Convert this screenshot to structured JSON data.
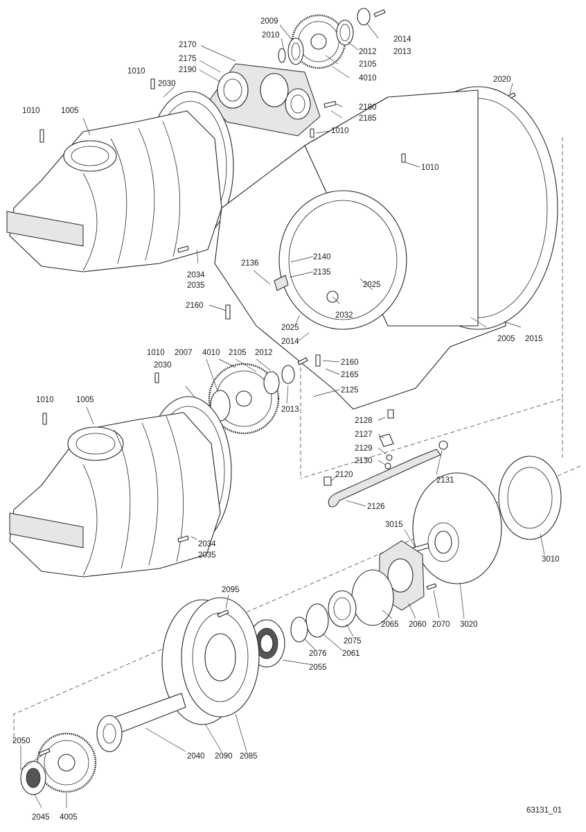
{
  "drawing_number": "63131_01",
  "callouts": [
    {
      "id": "c2009",
      "text": "2009"
    },
    {
      "id": "c2014a",
      "text": "2014"
    },
    {
      "id": "c2010",
      "text": "2010"
    },
    {
      "id": "c2012a",
      "text": "2012"
    },
    {
      "id": "c2013a",
      "text": "2013"
    },
    {
      "id": "c2105a",
      "text": "2105"
    },
    {
      "id": "c4010a",
      "text": "4010"
    },
    {
      "id": "c2170",
      "text": "2170"
    },
    {
      "id": "c2175",
      "text": "2175"
    },
    {
      "id": "c2190",
      "text": "2190"
    },
    {
      "id": "c1010a",
      "text": "1010"
    },
    {
      "id": "c2030a",
      "text": "2030"
    },
    {
      "id": "c2020",
      "text": "2020"
    },
    {
      "id": "c1010b",
      "text": "1010"
    },
    {
      "id": "c1005a",
      "text": "1005"
    },
    {
      "id": "c2180",
      "text": "2180"
    },
    {
      "id": "c2185",
      "text": "2185"
    },
    {
      "id": "c1010c",
      "text": "1010"
    },
    {
      "id": "c1010d",
      "text": "1010"
    },
    {
      "id": "c2034a",
      "text": "2034"
    },
    {
      "id": "c2035a",
      "text": "2035"
    },
    {
      "id": "c2136",
      "text": "2136"
    },
    {
      "id": "c2140",
      "text": "2140"
    },
    {
      "id": "c2135",
      "text": "2135"
    },
    {
      "id": "c2025a",
      "text": "2025"
    },
    {
      "id": "c2160a",
      "text": "2160"
    },
    {
      "id": "c2032",
      "text": "2032"
    },
    {
      "id": "c2025b",
      "text": "2025"
    },
    {
      "id": "c2005",
      "text": "2005"
    },
    {
      "id": "c2015",
      "text": "2015"
    },
    {
      "id": "c2014b",
      "text": "2014"
    },
    {
      "id": "c1010e",
      "text": "1010"
    },
    {
      "id": "c2007",
      "text": "2007"
    },
    {
      "id": "c4010b",
      "text": "4010"
    },
    {
      "id": "c2105b",
      "text": "2105"
    },
    {
      "id": "c2012b",
      "text": "2012"
    },
    {
      "id": "c2030b",
      "text": "2030"
    },
    {
      "id": "c2160b",
      "text": "2160"
    },
    {
      "id": "c2165",
      "text": "2165"
    },
    {
      "id": "c2125",
      "text": "2125"
    },
    {
      "id": "c1010f",
      "text": "1010"
    },
    {
      "id": "c1005b",
      "text": "1005"
    },
    {
      "id": "c2013b",
      "text": "2013"
    },
    {
      "id": "c2128",
      "text": "2128"
    },
    {
      "id": "c2127",
      "text": "2127"
    },
    {
      "id": "c2129",
      "text": "2129"
    },
    {
      "id": "c2130",
      "text": "2130"
    },
    {
      "id": "c2131",
      "text": "2131"
    },
    {
      "id": "c2120",
      "text": "2120"
    },
    {
      "id": "c2126",
      "text": "2126"
    },
    {
      "id": "c3015",
      "text": "3015"
    },
    {
      "id": "c3010",
      "text": "3010"
    },
    {
      "id": "c2034b",
      "text": "2034"
    },
    {
      "id": "c2035b",
      "text": "2035"
    },
    {
      "id": "c2095",
      "text": "2095"
    },
    {
      "id": "c2065",
      "text": "2065"
    },
    {
      "id": "c2060",
      "text": "2060"
    },
    {
      "id": "c2070",
      "text": "2070"
    },
    {
      "id": "c3020",
      "text": "3020"
    },
    {
      "id": "c2075",
      "text": "2075"
    },
    {
      "id": "c2076",
      "text": "2076"
    },
    {
      "id": "c2061",
      "text": "2061"
    },
    {
      "id": "c2055",
      "text": "2055"
    },
    {
      "id": "c2050",
      "text": "2050"
    },
    {
      "id": "c2040",
      "text": "2040"
    },
    {
      "id": "c2090",
      "text": "2090"
    },
    {
      "id": "c2085",
      "text": "2085"
    },
    {
      "id": "c2045",
      "text": "2045"
    },
    {
      "id": "c4005",
      "text": "4005"
    }
  ]
}
